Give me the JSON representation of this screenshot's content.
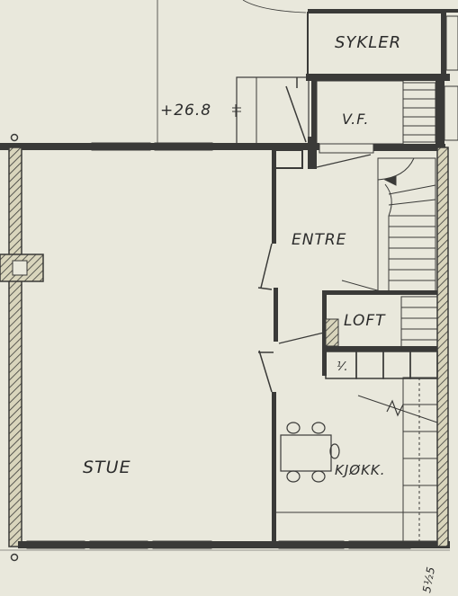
{
  "rooms": {
    "sykler": "SYKLER",
    "vf": "V.F.",
    "entre": "ENTRE",
    "loft": "LOFT",
    "stue": "STUE",
    "kjokken": "KJØKK."
  },
  "annotations": {
    "elevation": "+26.8",
    "marker": "⅟.",
    "side_note": "5½5"
  },
  "colors": {
    "paper": "#e9e8dc",
    "ink": "#3a3a38",
    "hatch": "#c9c4a4"
  }
}
